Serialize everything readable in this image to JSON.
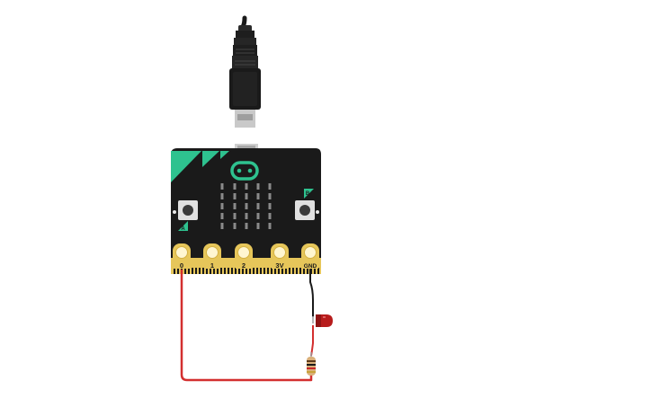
{
  "board": {
    "name": "micro:bit",
    "button_a": "A",
    "button_b": "B",
    "pins": [
      {
        "label": "0"
      },
      {
        "label": "1"
      },
      {
        "label": "2"
      },
      {
        "label": "3V"
      },
      {
        "label": "GND"
      }
    ]
  },
  "components": {
    "usb_cable": "usb-cable-icon",
    "led": "led-icon",
    "resistor": "resistor-icon",
    "led_color": "#b71c1c",
    "wire_color": "#d32f2f"
  },
  "colors": {
    "board": "#1a1a1a",
    "accent": "#2ec28f",
    "pad_gold": "#e6c65a",
    "background": "#ffffff"
  }
}
